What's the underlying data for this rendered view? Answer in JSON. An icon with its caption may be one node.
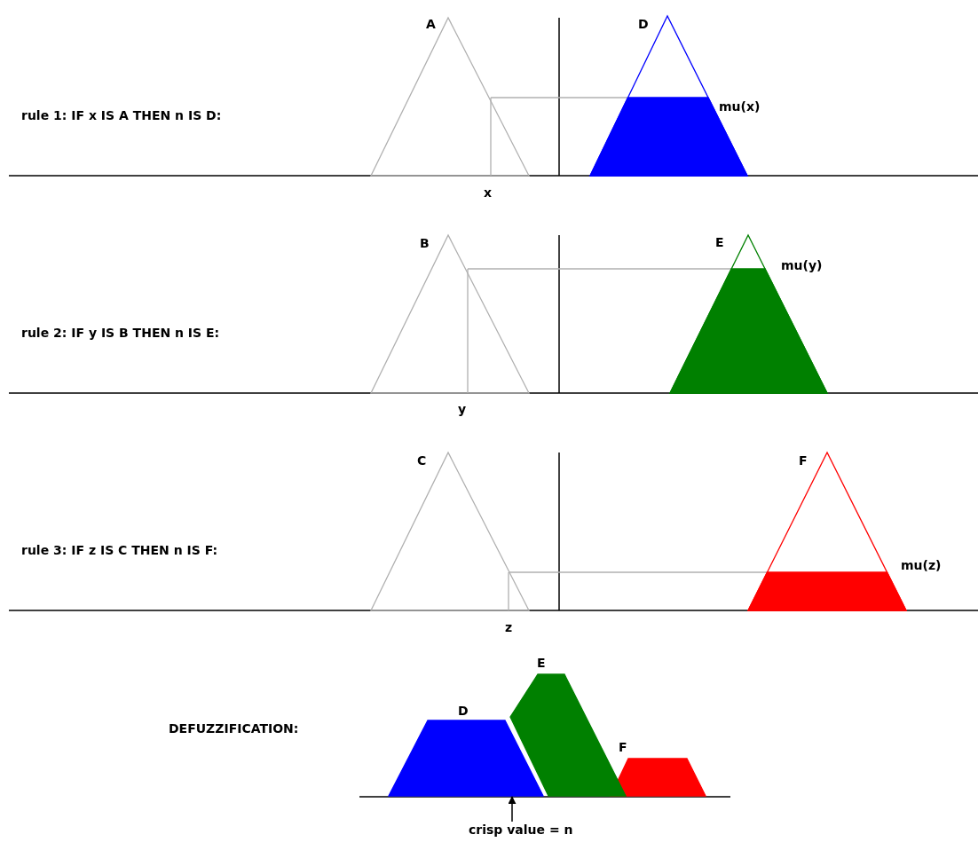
{
  "diagram": {
    "nodes": [
      {
        "text": [
          "crisp value = n"
        ]
      },
      {
        "text": [],
        "shape": "picture"
      }
    ],
    "edges": [
      {
        "from": 0,
        "to": 1,
        "arrow": "to"
      }
    ],
    "labels": [
      "A",
      "D",
      "rule 1:  IF x IS A THEN n IS D:",
      "mu(x)",
      "x",
      "B",
      "E",
      "mu(y)",
      "rule 2:  IF y IS B THEN n IS E:",
      "y",
      "C",
      "F",
      "rule 3:  IF z IS C THEN n IS F:",
      "mu(z)",
      "z",
      "E",
      "DEFUZZIFICATION:",
      "D",
      "F"
    ]
  }
}
